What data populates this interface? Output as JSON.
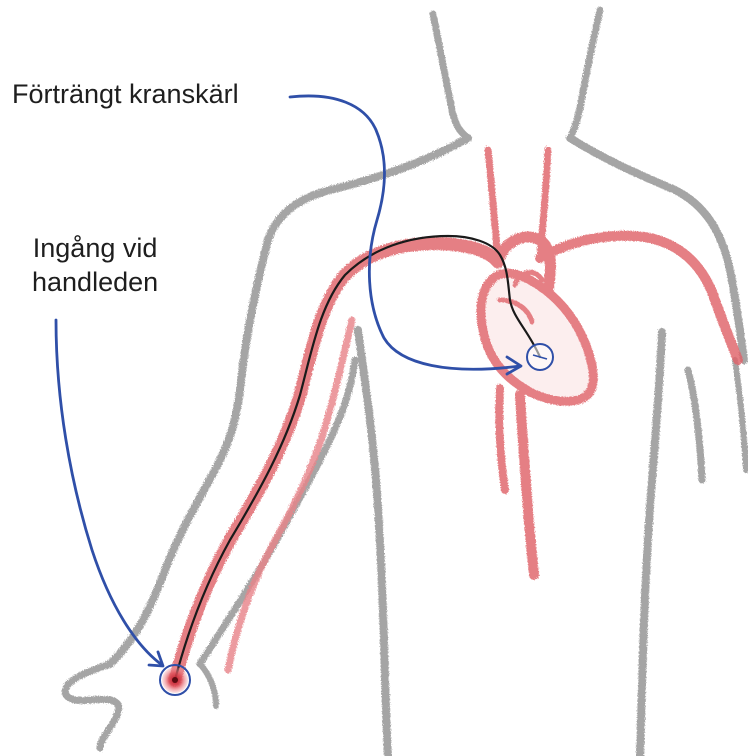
{
  "labels": {
    "stenosis": "Förträngt kranskärl",
    "wrist_line1": "Ingång vid",
    "wrist_line2": "handleden"
  },
  "colors": {
    "body_outline": "#8c8c8c",
    "vessels": "#e0646a",
    "arrow": "#2f4fa8",
    "catheter": "#1a1a1a",
    "entry_point": "#c8202e"
  }
}
